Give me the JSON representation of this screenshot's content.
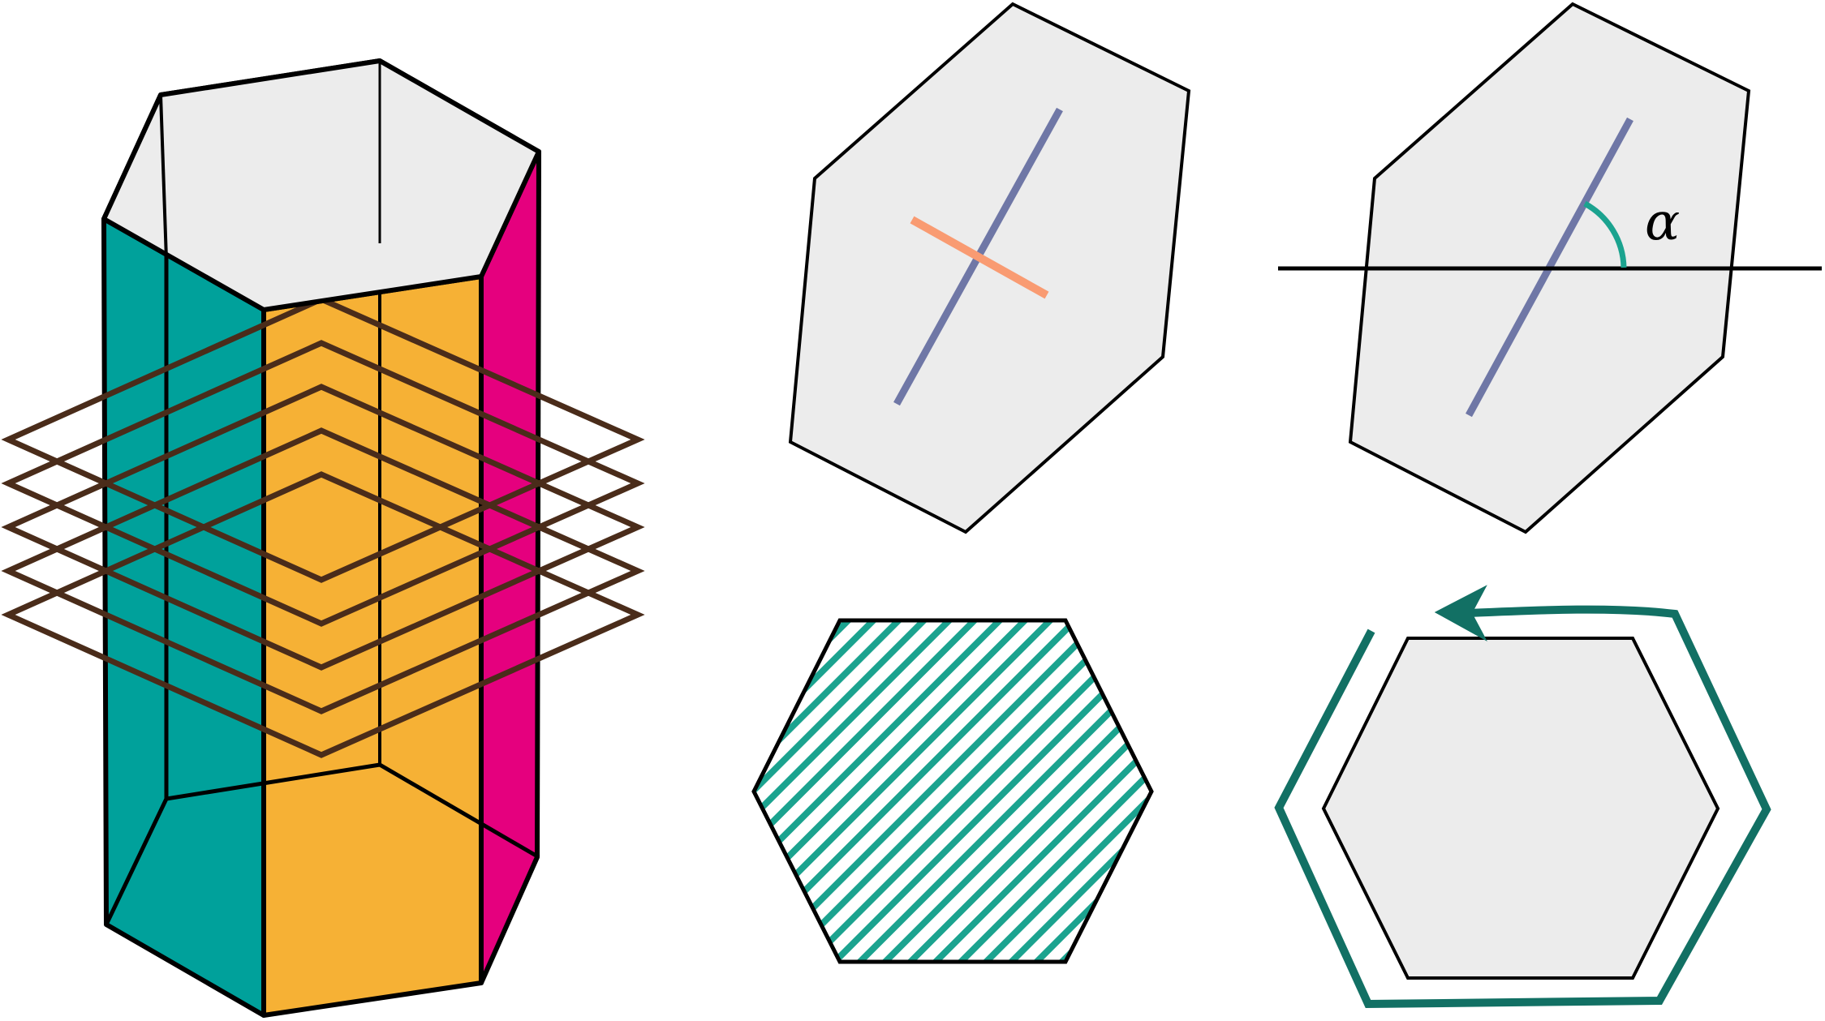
{
  "figure": {
    "colors": {
      "outline": "#000000",
      "top_face": "#ececec",
      "teal_face": "#00a19b",
      "orange_face": "#f6b135",
      "magenta_face": "#e5007e",
      "planes": "#4a2c1a",
      "blue_line": "#6f77a6",
      "salmon_line": "#f99b72",
      "angle_arc": "#1ba38f",
      "hatch": "#1ba38f",
      "loop": "#127064"
    },
    "panels": [
      {
        "name": "hexagonal-prism",
        "description_icon": "prism-icon"
      },
      {
        "name": "hexagon-perpendicular-lines",
        "description_icon": "perpendicular-icon"
      },
      {
        "name": "hexagon-angle",
        "description_icon": "angle-icon"
      },
      {
        "name": "hexagon-hatched",
        "description_icon": "hatch-icon"
      },
      {
        "name": "hexagon-loop",
        "description_icon": "loop-arrow-icon"
      }
    ],
    "angle_label": "α"
  }
}
